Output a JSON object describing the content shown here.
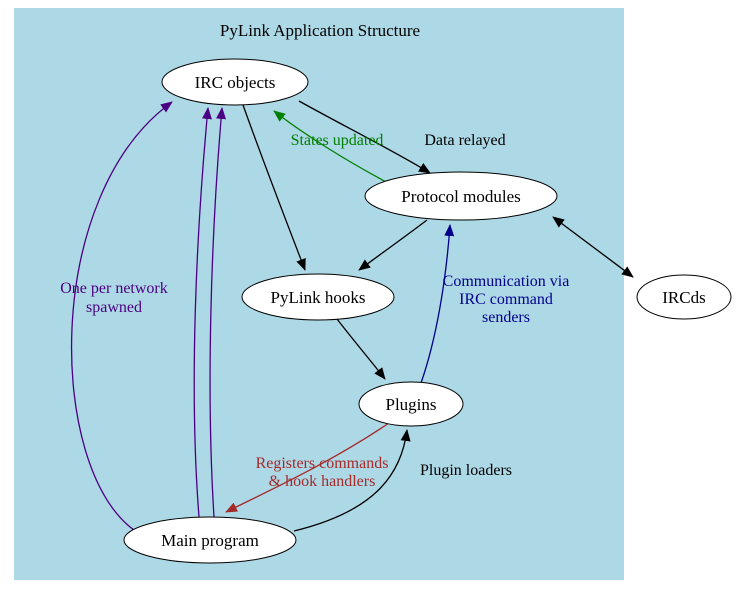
{
  "title": "PyLink Application Structure",
  "colors": {
    "background": "#ADD8E6",
    "canvas": "#FFFFFF",
    "node_fill": "#FFFFFF",
    "node_stroke": "#000000",
    "black": "#000000",
    "green": "#008000",
    "purple": "#4B0082",
    "blue": "#00008B",
    "red": "#A52A2A"
  },
  "nodes": {
    "irc_objects": "IRC objects",
    "protocol_modules": "Protocol modules",
    "pylink_hooks": "PyLink hooks",
    "ircds": "IRCds",
    "plugins": "Plugins",
    "main_program": "Main program"
  },
  "edges": {
    "data_relayed": "Data relayed",
    "states_updated": "States updated",
    "one_per_network_line1": "One per network",
    "one_per_network_line2": "spawned",
    "communication_line1": "Communication via",
    "communication_line2": "IRC command",
    "communication_line3": "senders",
    "registers_line1": "Registers commands",
    "registers_line2": "& hook handlers",
    "plugin_loaders": "Plugin loaders"
  }
}
